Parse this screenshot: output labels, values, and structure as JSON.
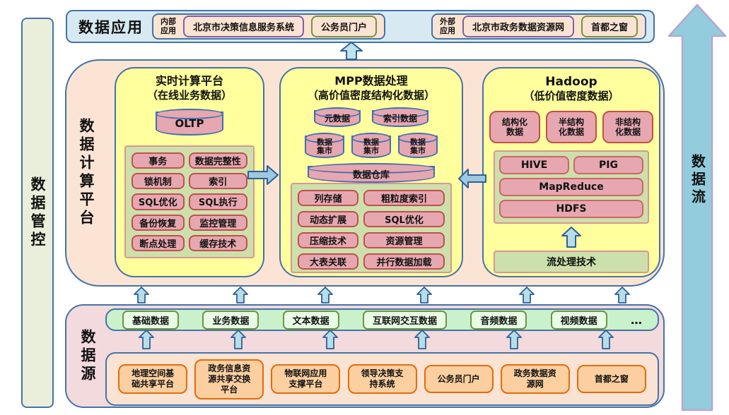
{
  "left_bar": {
    "label": "数据管控"
  },
  "flow_bar": {
    "label": "数据流"
  },
  "top_bar": {
    "title": "数据应用",
    "internal": {
      "label": "内部\n应用",
      "apps": [
        "北京市决策信息服务系统",
        "公务员门户"
      ]
    },
    "external": {
      "label": "外部\n应用",
      "apps": [
        "北京市政务数据资源网",
        "首都之窗"
      ]
    }
  },
  "compute": {
    "label": "数据计算平台",
    "realtime": {
      "title": "实时计算平台",
      "subtitle": "（在线业务数据）",
      "db": "OLTP",
      "items": [
        "事务",
        "数据完整性",
        "锁机制",
        "索引",
        "SQL优化",
        "SQL执行",
        "备份恢复",
        "监控管理",
        "断点处理",
        "缓存技术"
      ]
    },
    "mpp": {
      "title": "MPP数据处理",
      "subtitle": "（高价值密度结构化数据）",
      "meta_db": "元数据",
      "index_db": "索引数据",
      "mart_db": "数据\n集市",
      "warehouse_db": "数据仓库",
      "items": [
        "列存储",
        "粗粒度索引",
        "动态扩展",
        "SQL优化",
        "压缩技术",
        "资源管理",
        "大表关联",
        "并行数据加载"
      ]
    },
    "hadoop": {
      "title": "Hadoop",
      "subtitle": "（低价值密度数据）",
      "data_types": [
        "结构化\n数据",
        "半结构\n化数据",
        "非结构\n化数据"
      ],
      "hive": "HIVE",
      "pig": "PIG",
      "mapreduce": "MapReduce",
      "hdfs": "HDFS",
      "stream": "流处理技术"
    }
  },
  "source": {
    "label": "数据源",
    "data_types": [
      "基础数据",
      "业务数据",
      "文本数据",
      "互联网交互数据",
      "音频数据",
      "视频数据",
      "…"
    ],
    "systems": [
      "地理空间基\n础共享平台",
      "政务信息资\n源共享交换\n平台",
      "物联网应用\n支撑平台",
      "领导决策支\n持系统",
      "公务员门户",
      "政务数据资\n源网",
      "首都之窗"
    ]
  },
  "colors": {
    "border_blue": "#4573a8",
    "panel_peach": "#fce4d4",
    "panel_yellow": "#ffff9e",
    "item_pink": "#e6a7b0",
    "container_green": "#cde0ac",
    "strip_green": "#c9f2cc",
    "source_pink": "#f2dadd",
    "small_arrow_fill": "#b7dde8",
    "flow_arrow_fill": "#93cddd",
    "flow_arrow_stroke": "#b4a7d0"
  }
}
